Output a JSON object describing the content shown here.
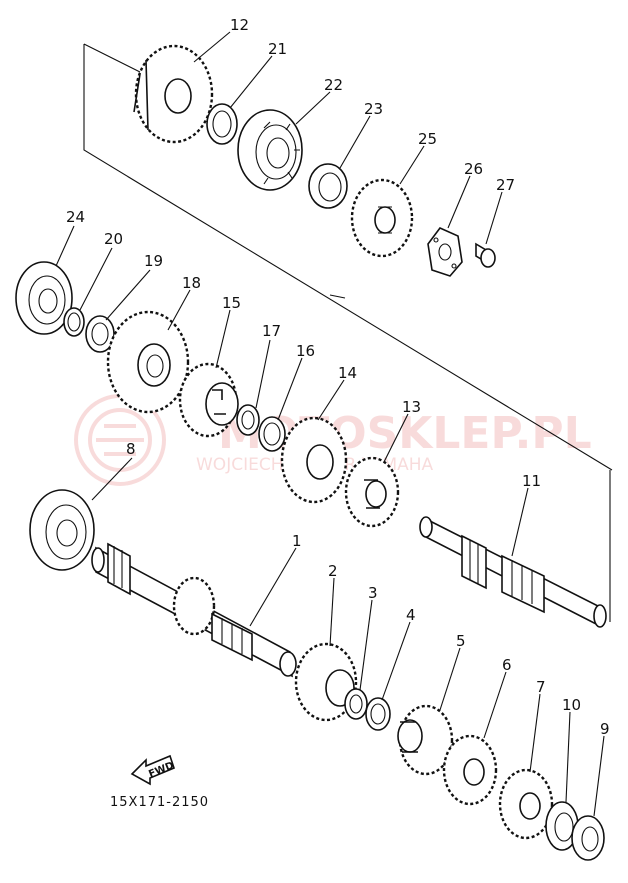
{
  "diagram": {
    "type": "exploded-parts-diagram",
    "parts": [
      {
        "id": "1",
        "label": "1"
      },
      {
        "id": "2",
        "label": "2"
      },
      {
        "id": "3",
        "label": "3"
      },
      {
        "id": "4",
        "label": "4"
      },
      {
        "id": "5",
        "label": "5"
      },
      {
        "id": "6",
        "label": "6"
      },
      {
        "id": "7",
        "label": "7"
      },
      {
        "id": "8",
        "label": "8"
      },
      {
        "id": "9",
        "label": "9"
      },
      {
        "id": "10",
        "label": "10"
      },
      {
        "id": "11",
        "label": "11"
      },
      {
        "id": "12",
        "label": "12"
      },
      {
        "id": "13",
        "label": "13"
      },
      {
        "id": "14",
        "label": "14"
      },
      {
        "id": "15",
        "label": "15"
      },
      {
        "id": "16",
        "label": "16"
      },
      {
        "id": "17",
        "label": "17"
      },
      {
        "id": "18",
        "label": "18"
      },
      {
        "id": "19",
        "label": "19"
      },
      {
        "id": "20",
        "label": "20"
      },
      {
        "id": "21",
        "label": "21"
      },
      {
        "id": "22",
        "label": "22"
      },
      {
        "id": "23",
        "label": "23"
      },
      {
        "id": "24",
        "label": "24"
      },
      {
        "id": "25",
        "label": "25"
      },
      {
        "id": "26",
        "label": "26"
      },
      {
        "id": "27",
        "label": "27"
      }
    ],
    "fwd_label": "FWD",
    "diagram_code": "15X171-2150"
  },
  "watermark": {
    "line1": "MOTOSKLEP.PL",
    "line2": "WOJCIECH     DEALER YAMAHA",
    "color": "#e06060"
  },
  "colors": {
    "ink": "#111111",
    "background": "#ffffff"
  }
}
